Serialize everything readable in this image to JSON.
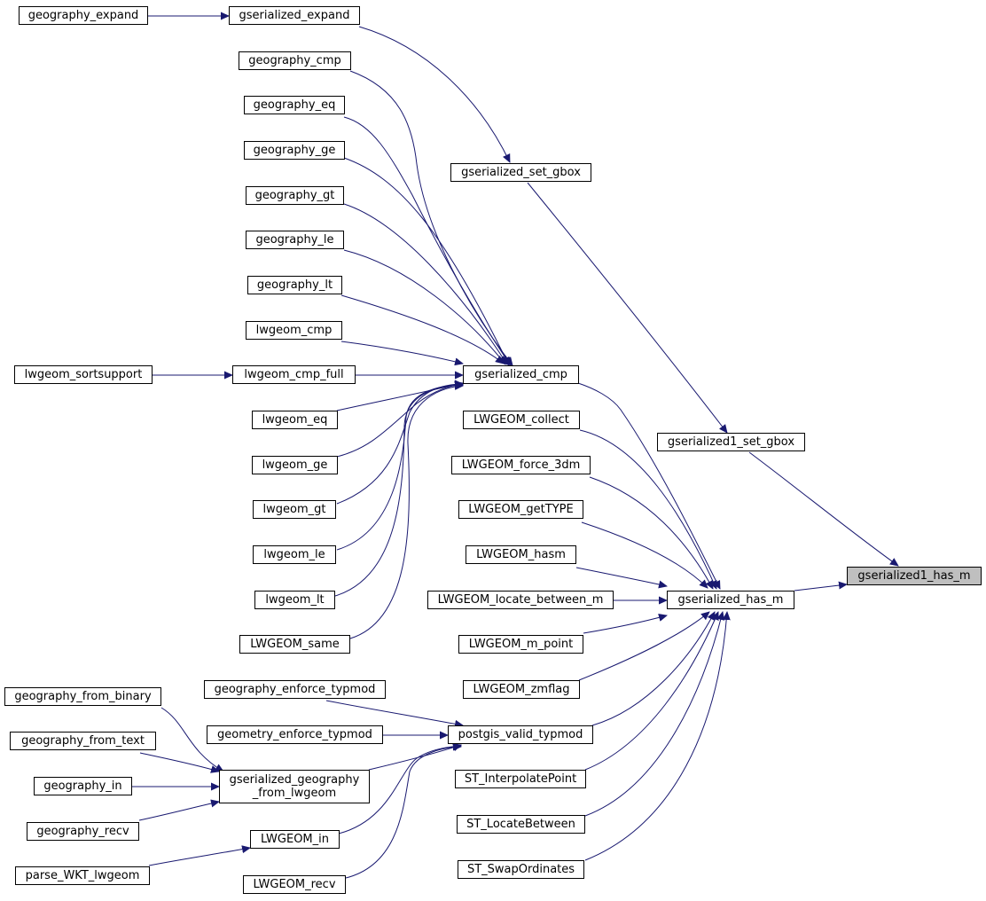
{
  "colors": {
    "edge": "#191970",
    "node_border": "#000000",
    "root_fill": "#bfbfbf",
    "node_fill": "#ffffff"
  },
  "nodes": {
    "geography_expand": "geography_expand",
    "gserialized_expand": "gserialized_expand",
    "geography_cmp": "geography_cmp",
    "geography_eq": "geography_eq",
    "geography_ge": "geography_ge",
    "geography_gt": "geography_gt",
    "geography_le": "geography_le",
    "geography_lt": "geography_lt",
    "lwgeom_cmp": "lwgeom_cmp",
    "lwgeom_sortsupport": "lwgeom_sortsupport",
    "lwgeom_cmp_full": "lwgeom_cmp_full",
    "lwgeom_eq": "lwgeom_eq",
    "lwgeom_ge": "lwgeom_ge",
    "lwgeom_gt": "lwgeom_gt",
    "lwgeom_le": "lwgeom_le",
    "lwgeom_lt": "lwgeom_lt",
    "LWGEOM_same": "LWGEOM_same",
    "gserialized_set_gbox": "gserialized_set_gbox",
    "gserialized_cmp": "gserialized_cmp",
    "LWGEOM_collect": "LWGEOM_collect",
    "LWGEOM_force_3dm": "LWGEOM_force_3dm",
    "LWGEOM_getTYPE": "LWGEOM_getTYPE",
    "LWGEOM_hasm": "LWGEOM_hasm",
    "LWGEOM_locate_between_m": "LWGEOM_locate_between_m",
    "LWGEOM_m_point": "LWGEOM_m_point",
    "LWGEOM_zmflag": "LWGEOM_zmflag",
    "gserialized1_set_gbox": "gserialized1_set_gbox",
    "gserialized_has_m": "gserialized_has_m",
    "gserialized1_has_m": "gserialized1_has_m",
    "geography_from_binary": "geography_from_binary",
    "geography_from_text": "geography_from_text",
    "geography_in": "geography_in",
    "geography_recv": "geography_recv",
    "parse_WKT_lwgeom": "parse_WKT_lwgeom",
    "geography_enforce_typmod": "geography_enforce_typmod",
    "geometry_enforce_typmod": "geometry_enforce_typmod",
    "gserialized_geography_from_lwgeom": "gserialized_geography\n_from_lwgeom",
    "LWGEOM_in": "LWGEOM_in",
    "LWGEOM_recv": "LWGEOM_recv",
    "postgis_valid_typmod": "postgis_valid_typmod",
    "ST_InterpolatePoint": "ST_InterpolatePoint",
    "ST_LocateBetween": "ST_LocateBetween",
    "ST_SwapOrdinates": "ST_SwapOrdinates"
  }
}
